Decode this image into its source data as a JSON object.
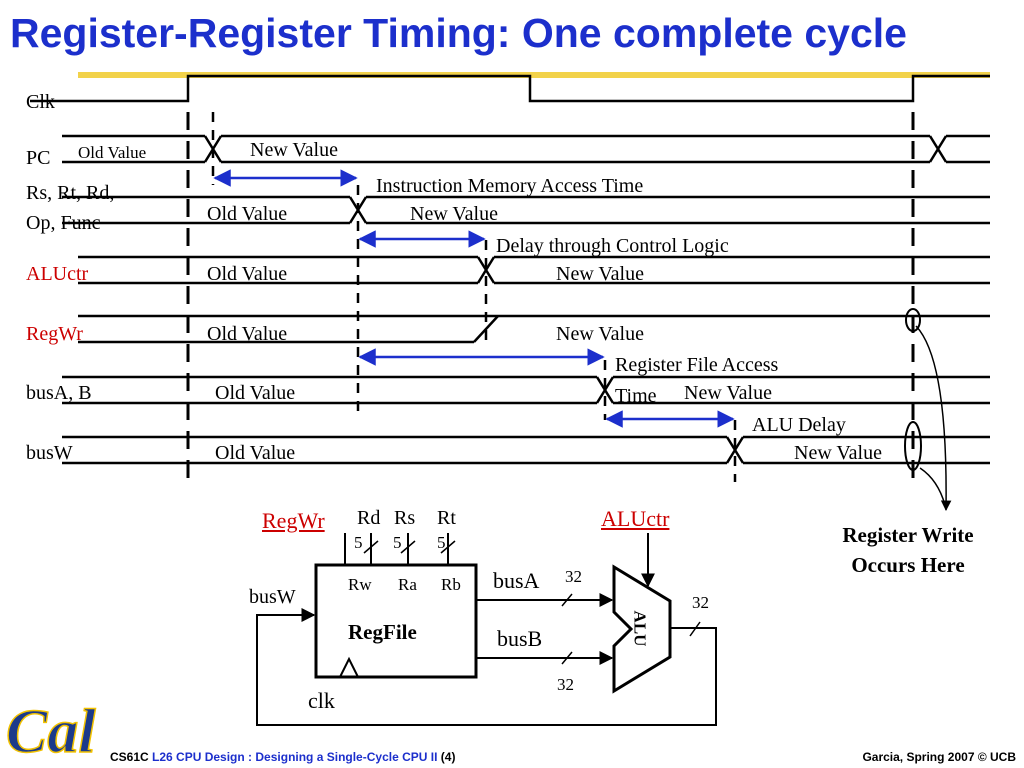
{
  "title": "Register-Register Timing: One complete cycle",
  "signals": {
    "clk": "Clk",
    "pc": "PC",
    "rs_line1": "Rs, Rt, Rd,",
    "rs_line2": "Op, Func",
    "aluctr": "ALUctr",
    "regwr": "RegWr",
    "busab": "busA, B",
    "busw": "busW"
  },
  "values": {
    "old": "Old Value",
    "new": "New Value"
  },
  "delays": {
    "imem": "Instruction Memory Access Time",
    "control": "Delay through Control Logic",
    "regfile_1": "Register File Access",
    "regfile_2": "Time",
    "alu": "ALU Delay"
  },
  "note": {
    "line1": "Register Write",
    "line2": "Occurs Here"
  },
  "datapath": {
    "regwr": "RegWr",
    "rd": "Rd",
    "rs": "Rs",
    "rt": "Rt",
    "width5": "5",
    "width32": "32",
    "rw": "Rw",
    "ra": "Ra",
    "rb": "Rb",
    "regfile": "RegFile",
    "busw": "busW",
    "busa": "busA",
    "busb": "busB",
    "clk": "clk",
    "aluctr": "ALUctr",
    "alu": "ALU"
  },
  "footer": {
    "course": "CS61C",
    "lecture": "L26 CPU Design : Designing a Single-Cycle CPU II",
    "page": "(4)",
    "credit": "Garcia, Spring 2007 © UCB"
  },
  "logo": {
    "text": "Cal",
    "color": "#1c3a8a"
  },
  "colors": {
    "title": "#1c2fcc",
    "signal_red": "#cc0000",
    "arrow_blue": "#1c2fcc",
    "gold_rule": "#f2d24a"
  }
}
